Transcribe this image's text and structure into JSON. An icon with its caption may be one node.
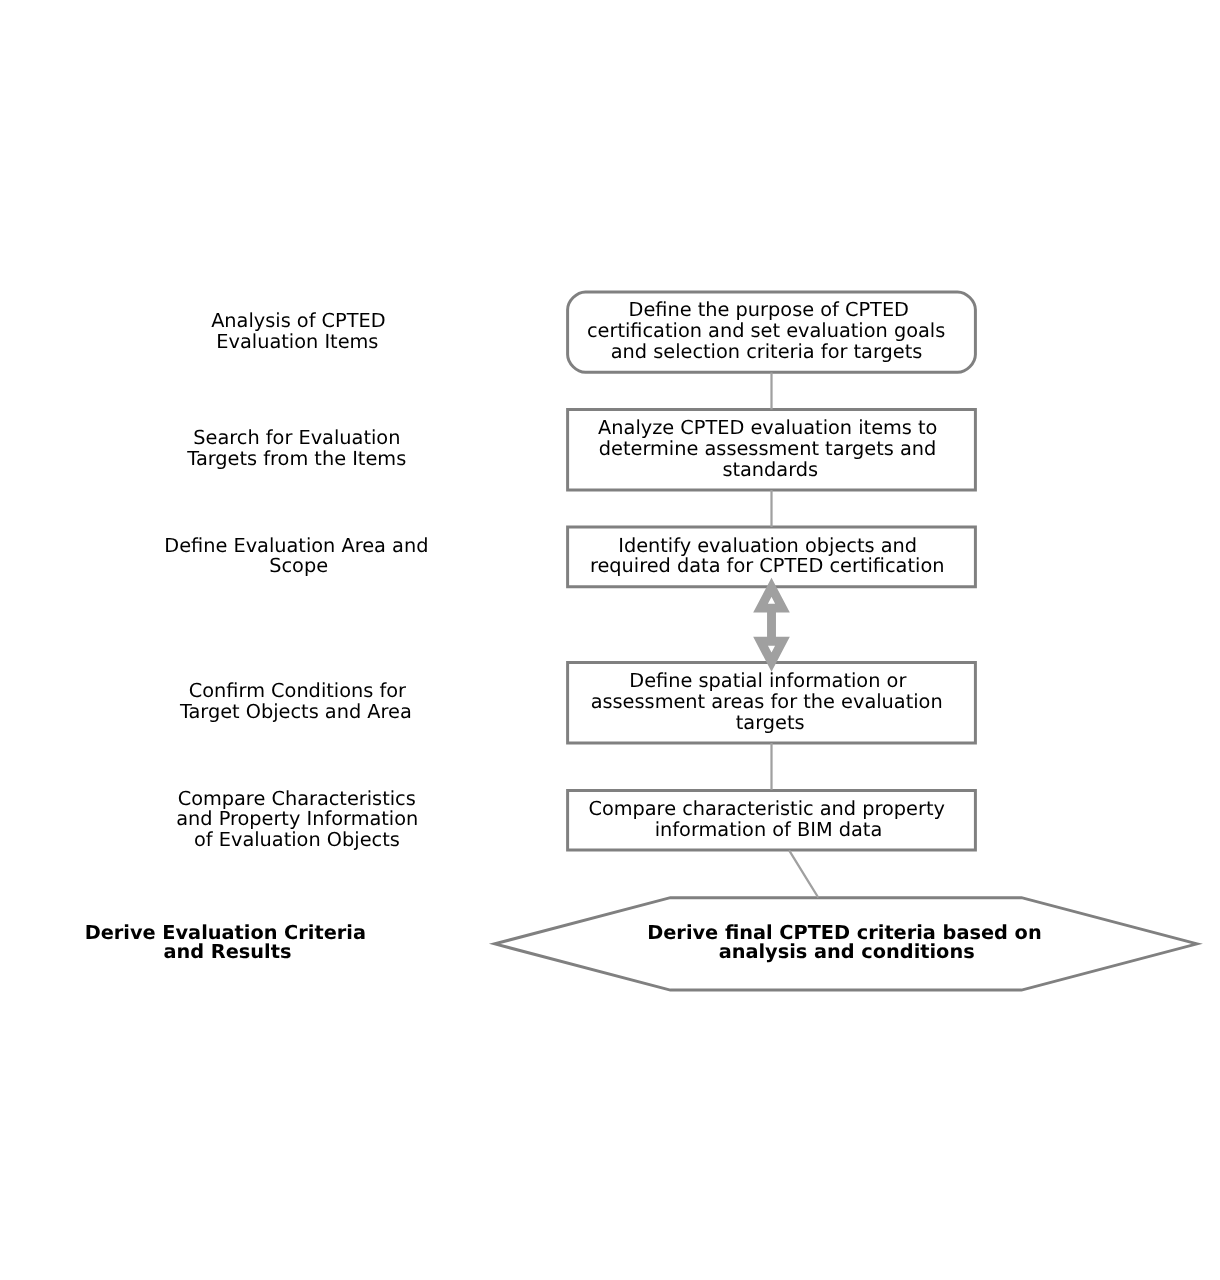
{
  "diagram": {
    "nodes": [
      {
        "text": [
          "Define the purpose of CPTED certification and set evaluation goals and selection criteria for targets"
        ]
      },
      {
        "text": [
          "Analyze CPTED evaluation items to determine assessment targets and standards"
        ]
      },
      {
        "text": [
          "Identify evaluation objects and required data for CPTED certification"
        ]
      },
      {
        "text": [
          "Define spatial information or assessment areas for the evaluation targets"
        ]
      },
      {
        "text": [
          "Compare characteristic and property information of BIM data"
        ]
      },
      {
        "text": [
          "Derive final CPTED criteria based on analysis and conditions"
        ]
      }
    ],
    "edges": [
      {
        "from": 0,
        "to": 1,
        "arrow": "none"
      },
      {
        "from": 1,
        "to": 2,
        "arrow": "none"
      },
      {
        "from": 2,
        "to": 3,
        "arrow": "both",
        "style": "thick"
      },
      {
        "from": 3,
        "to": 4,
        "arrow": "none"
      },
      {
        "from": 4,
        "to": 5,
        "arrow": "none"
      }
    ],
    "labels": [
      "Analysis of CPTED Evaluation Items",
      "Search for Evaluation Targets from the Items",
      "Define Evaluation Area and Scope",
      "Confirm Conditions for Target Objects and Area",
      "Compare Characteristics and Property Information of Evaluation Objects",
      "Derive Evaluation Criteria and Results"
    ]
  }
}
